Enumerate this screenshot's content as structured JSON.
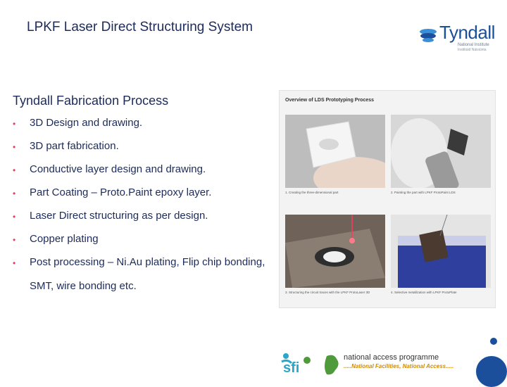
{
  "slide": {
    "title": "LPKF Laser Direct Structuring System",
    "subtitle": "Tyndall  Fabrication Process",
    "bullets": [
      "3D Design and drawing.",
      "3D part fabrication.",
      "Conductive layer design and drawing.",
      "Part Coating – Proto.Paint epoxy layer.",
      "Laser Direct structuring as per design.",
      "Copper plating",
      "Post processing – Ni.Au plating, Flip chip bonding,"
    ],
    "continuation": "SMT, wire bonding etc.",
    "bullet_symbol": "•"
  },
  "logo": {
    "name": "Tyndall",
    "line1": "National Institute",
    "line2": "Institiúid Náisiúnta"
  },
  "panel": {
    "title": "Overview of LDS Prototyping Process",
    "captions": [
      "1. Creating the three-dimensional part",
      "2. Painting the part with LPKF ProtoPaint LDS",
      "3. Structuring the circuit traces with the LPKF ProtoLaser 3D",
      "4. Selective metallization with LPKF ProtoPlate"
    ]
  },
  "footer": {
    "sfi": "sfi",
    "programme": "national access programme",
    "tagline": ".....National Facilities, National Access....."
  },
  "colors": {
    "title": "#1c2b5a",
    "bullet": "#e0405e",
    "brand": "#1b4f9c",
    "accent": "#d28a00"
  }
}
